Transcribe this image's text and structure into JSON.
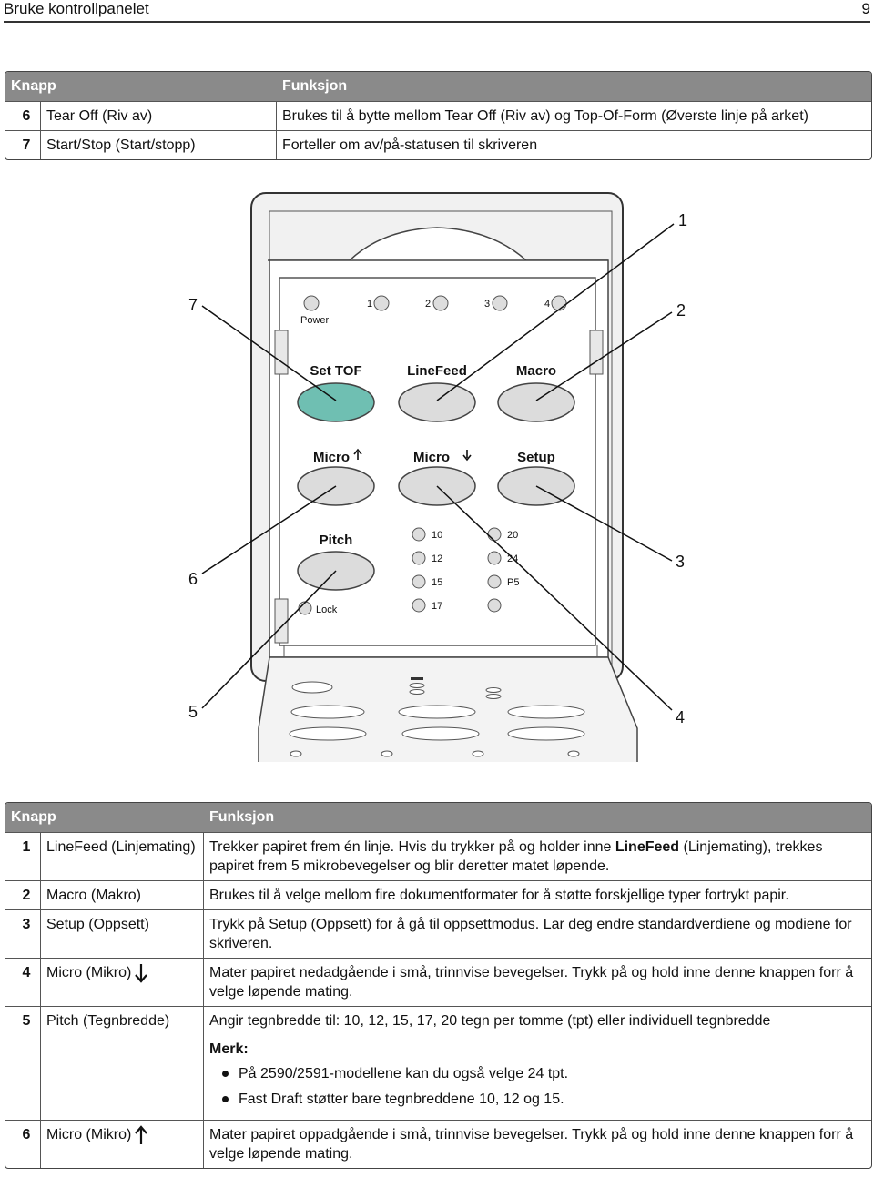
{
  "header": {
    "title": "Bruke kontrollpanelet",
    "page_number": "9"
  },
  "table1": {
    "col_button": "Knapp",
    "col_function": "Funksjon",
    "rows": [
      {
        "num": "6",
        "button": "Tear Off (Riv av)",
        "function": "Brukes til å bytte mellom Tear Off (Riv av) og Top-Of-Form (Øverste linje på arket)"
      },
      {
        "num": "7",
        "button": "Start/Stop (Start/stopp)",
        "function": "Forteller om av/på-statusen til skriveren"
      }
    ]
  },
  "panel": {
    "callouts": [
      "1",
      "2",
      "3",
      "4",
      "5",
      "6",
      "7"
    ],
    "indicators": {
      "power": "Power",
      "n1": "1",
      "n2": "2",
      "n3": "3",
      "n4": "4",
      "lock": "Lock"
    },
    "buttons": {
      "set_tof": "Set TOF",
      "linefeed": "LineFeed",
      "macro": "Macro",
      "micro_up": "Micro",
      "micro_down": "Micro",
      "setup": "Setup",
      "pitch": "Pitch"
    },
    "pitch_values": {
      "p10": "10",
      "p12": "12",
      "p15": "15",
      "p17": "17",
      "p20": "20",
      "p24": "24",
      "p5": "P5"
    },
    "colors": {
      "set_tof_button": "#6fbfb2",
      "button": "#dcdcdc"
    }
  },
  "table2": {
    "col_button": "Knapp",
    "col_function": "Funksjon",
    "rows": [
      {
        "num": "1",
        "button": "LineFeed (Linjemating)",
        "function_a": "Trekker papiret frem én linje. Hvis du trykker på og holder inne ",
        "function_bold": "LineFeed",
        "function_b": " (Linjemating), trekkes papiret frem 5 mikrobevegelser og blir deretter matet løpende."
      },
      {
        "num": "2",
        "button": "Macro (Makro)",
        "function": "Brukes til å velge mellom fire dokumentformater for å støtte forskjellige typer fortrykt papir."
      },
      {
        "num": "3",
        "button": "Setup (Oppsett)",
        "function": "Trykk på Setup (Oppsett) for å gå til oppsettmodus. Lar deg endre standardverdiene og modiene for skriveren."
      },
      {
        "num": "4",
        "button": "Micro (Mikro)",
        "icon": "arrow-down-icon",
        "function": "Mater papiret nedadgående i små, trinnvise bevegelser. Trykk på og hold inne denne knappen forr å velge løpende mating."
      },
      {
        "num": "5",
        "button": "Pitch (Tegnbredde)",
        "function": "Angir tegnbredde til: 10, 12, 15, 17, 20 tegn per tomme (tpt) eller individuell tegnbredde",
        "note_label": "Merk:",
        "notes": [
          "På 2590/2591-modellene kan du også velge 24 tpt.",
          "Fast Draft støtter bare tegnbreddene 10, 12 og 15."
        ]
      },
      {
        "num": "6",
        "button": "Micro (Mikro)",
        "icon": "arrow-up-icon",
        "function": "Mater papiret oppadgående i små, trinnvise bevegelser. Trykk på og hold inne denne knappen forr å velge løpende mating."
      }
    ]
  }
}
